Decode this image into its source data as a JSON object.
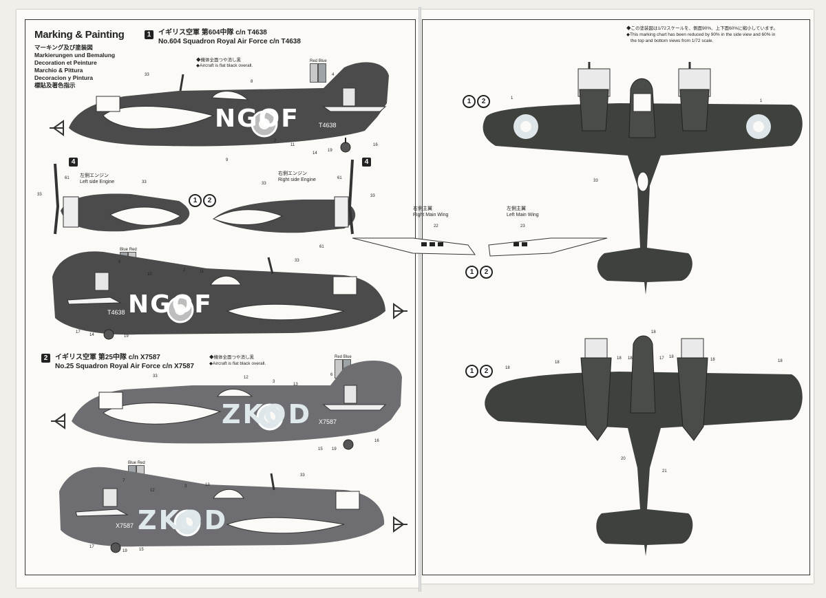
{
  "sheet": {
    "title": "Marking & Painting",
    "languages": [
      "マーキング及び塗装図",
      "Markierungen und Bemalung",
      "Decoration et Peinture",
      "Marchio & Pittura",
      "Decoracion y Pintura",
      "標貼及著色指示"
    ]
  },
  "scheme1": {
    "badge": "1",
    "header_jp": "イギリス空軍 第604中隊 c/n T4638",
    "header_en": "No.604 Squadron Royal Air Force c/n T4638",
    "color_note_jp": "◆機体全面つや消し黒",
    "color_note_en": "◆Aircraft is flat black overall.",
    "code": "NGOF",
    "serial": "T4638",
    "fin_colors_top": [
      "Red",
      "Blue"
    ],
    "fin_colors_bottom": [
      "Blue",
      "Red"
    ]
  },
  "engines": {
    "left_jp": "左側エンジン",
    "left_en": "Left side Engine",
    "right_jp": "右側エンジン",
    "right_en": "Right side Engine",
    "badges": [
      "1",
      "2"
    ]
  },
  "scheme2": {
    "badge": "2",
    "header_jp": "イギリス空軍 第25中隊 c/n X7587",
    "header_en": "No.25 Squadron Royal Air Force c/n X7587",
    "color_note_jp": "◆機体全面つや消し黒",
    "color_note_en": "◆Aircraft is flat black overall.",
    "code": "ZKOD",
    "serial": "X7587",
    "fin_colors_top": [
      "Red",
      "Blue"
    ],
    "fin_colors_bottom": [
      "Blue",
      "Red"
    ]
  },
  "wings": {
    "right_jp": "右側主翼",
    "right_en": "Right Main Wing",
    "left_jp": "左側主翼",
    "left_en": "Left Main Wing",
    "right_num": "22",
    "left_num": "23"
  },
  "scale_note": {
    "jp": "◆この塗装図は1/72スケールを、側面90%、上下面60%に縮小しています。",
    "en1": "◆This marking chart has been reduced by 90% in the side view and 60% in",
    "en2": "the top and bottom views from 1/72 scale."
  },
  "callouts": {
    "n33": "33",
    "n8": "8",
    "n4": "4",
    "n2": "2",
    "n11": "11",
    "n9": "9",
    "n14": "14",
    "n19": "19",
    "n16": "16",
    "n61": "61",
    "n5": "5",
    "n10": "10",
    "n17": "17",
    "n12": "12",
    "n3": "3",
    "n13": "13",
    "n6": "6",
    "n15": "15",
    "n7": "7",
    "n1": "1",
    "n18": "18",
    "n20": "20",
    "n21": "21"
  },
  "colors": {
    "aircraft": "#4a4a4a",
    "aircraft_top": "#3d3f3a",
    "paper": "#fbfaf6",
    "code_letters": "#ffffff",
    "pale_sky": "#dfe6ea"
  }
}
